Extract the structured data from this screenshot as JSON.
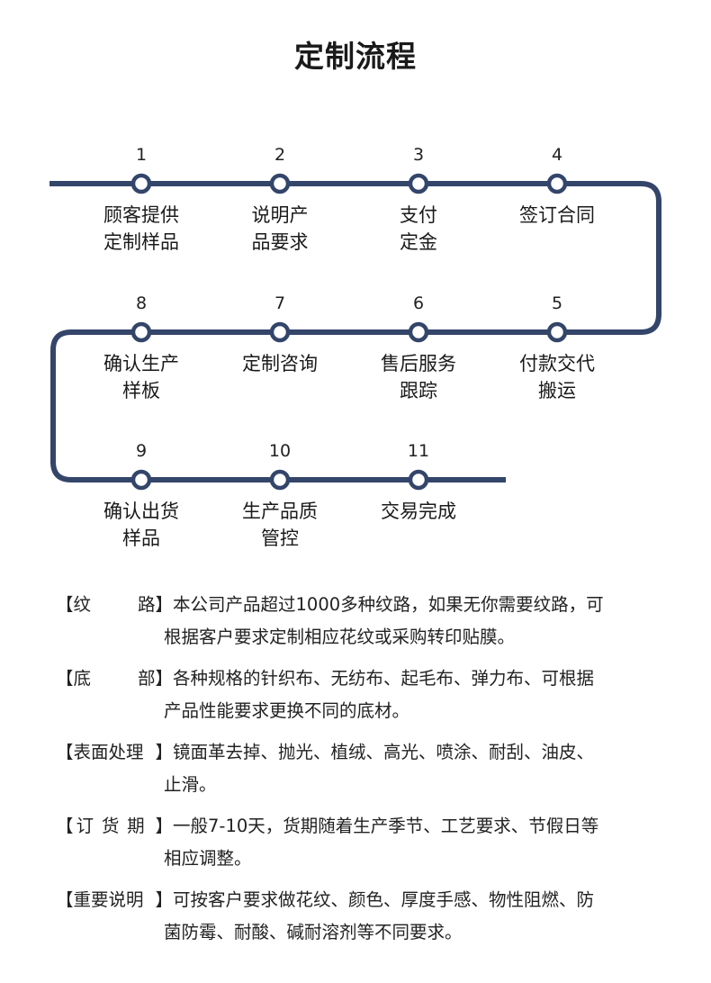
{
  "title": "定制流程",
  "colors": {
    "line": "#34456a",
    "node_fill": "#ffffff",
    "text": "#1a1a1a"
  },
  "steps": [
    {
      "number": "1",
      "label_lines": [
        "顾客提供",
        "定制样品"
      ]
    },
    {
      "number": "2",
      "label_lines": [
        "说明产",
        "品要求"
      ]
    },
    {
      "number": "3",
      "label_lines": [
        "支付",
        "定金"
      ]
    },
    {
      "number": "4",
      "label_lines": [
        "签订合同"
      ]
    },
    {
      "number": "5",
      "label_lines": [
        "付款交代",
        "搬运"
      ]
    },
    {
      "number": "6",
      "label_lines": [
        "售后服务",
        "跟踪"
      ]
    },
    {
      "number": "7",
      "label_lines": [
        "定制咨询"
      ]
    },
    {
      "number": "8",
      "label_lines": [
        "确认生产",
        "样板"
      ]
    },
    {
      "number": "9",
      "label_lines": [
        "确认出货",
        "样品"
      ]
    },
    {
      "number": "10",
      "label_lines": [
        "生产品质",
        "管控"
      ]
    },
    {
      "number": "11",
      "label_lines": [
        "交易完成"
      ]
    }
  ],
  "notes": [
    {
      "open": "【",
      "key": "纹路",
      "close": "】",
      "lines": [
        "本公司产品超过1000多种纹路，如果无你需要纹路，可",
        "根据客户要求定制相应花纹或采购转印贴膜。"
      ]
    },
    {
      "open": "【",
      "key": "底部",
      "close": "】",
      "lines": [
        "各种规格的针织布、无纺布、起毛布、弹力布、可根据",
        "产品性能要求更换不同的底材。"
      ]
    },
    {
      "open": "【",
      "key": "表面处理",
      "close": "】",
      "lines": [
        "镜面革去掉、抛光、植绒、高光、喷涂、耐刮、油皮、",
        "止滑。"
      ]
    },
    {
      "open": "【",
      "key": "订货期",
      "close": "】",
      "lines": [
        "一般7-10天，货期随着生产季节、工艺要求、节假日等",
        "相应调整。"
      ]
    },
    {
      "open": "【",
      "key": "重要说明",
      "close": "】",
      "lines": [
        "可按客户要求做花纹、颜色、厚度手感、物性阻燃、防",
        "菌防霉、耐酸、碱耐溶剂等不同要求。"
      ]
    }
  ]
}
